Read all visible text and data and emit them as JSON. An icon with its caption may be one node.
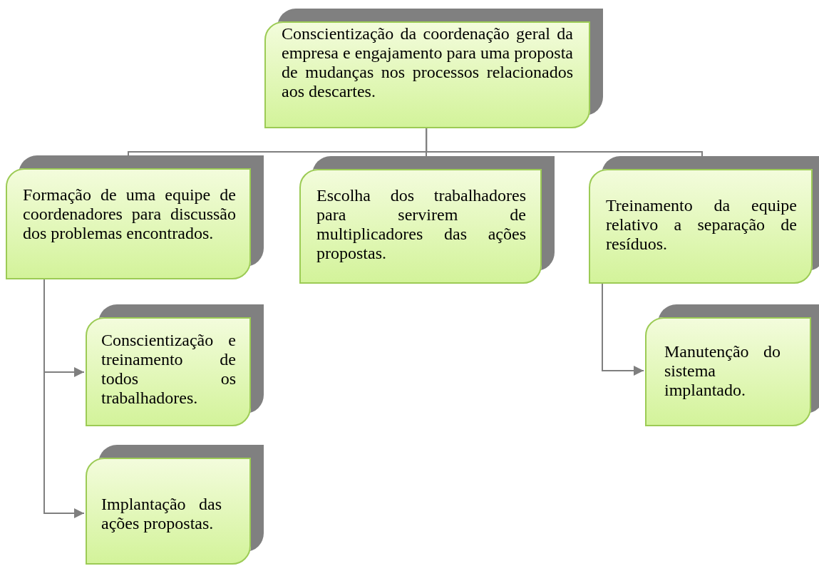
{
  "diagram": {
    "nodes": [
      {
        "text": [
          "Conscientização da coordenação geral da empresa e engajamento para uma proposta de mudanças nos processos relacionados aos descartes."
        ]
      },
      {
        "text": [
          "Formação de uma equipe de coordenadores para discussão dos problemas encontrados."
        ]
      },
      {
        "text": [
          "Escolha dos trabalhadores para servirem de multiplicadores das ações propostas."
        ]
      },
      {
        "text": [
          "Treinamento da equipe relativo a separação de resíduos."
        ]
      },
      {
        "text": [
          "Conscientização e treinamento de todos os trabalhadores."
        ]
      },
      {
        "text": [
          "Implantação das ações propostas."
        ]
      },
      {
        "text": [
          "Manutenção do sistema implantado."
        ]
      }
    ],
    "edges": [
      {
        "from": 0,
        "to": 1,
        "arrow": "none"
      },
      {
        "from": 0,
        "to": 2,
        "arrow": "none"
      },
      {
        "from": 0,
        "to": 3,
        "arrow": "none"
      },
      {
        "from": 1,
        "to": 4,
        "arrow": "to"
      },
      {
        "from": 1,
        "to": 5,
        "arrow": "to"
      },
      {
        "from": 3,
        "to": 6,
        "arrow": "to"
      }
    ]
  }
}
